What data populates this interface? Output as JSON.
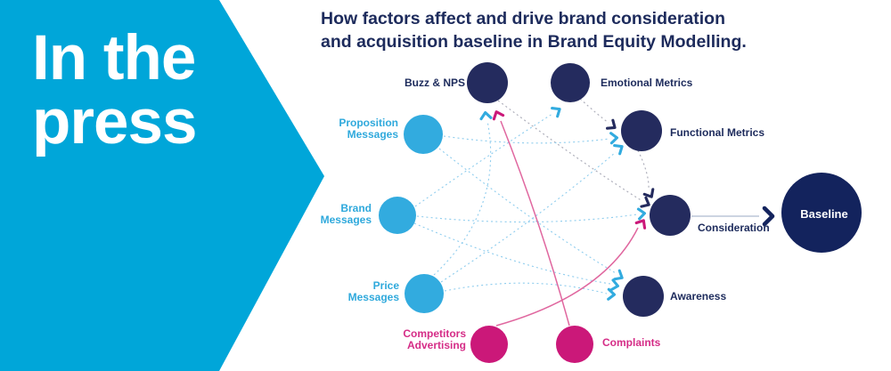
{
  "banner": {
    "line1": "In the",
    "line2": "press"
  },
  "heading": {
    "line1": "How factors affect and drive brand consideration",
    "line2": "and acquisition baseline in Brand Equity Modelling."
  },
  "nodes": {
    "buzz_nps": {
      "label": "Buzz & NPS",
      "color": "navy"
    },
    "emotional_metrics": {
      "label": "Emotional Metrics",
      "color": "navy"
    },
    "functional_metrics": {
      "label": "Functional Metrics",
      "color": "navy"
    },
    "proposition_messages": {
      "line1": "Proposition",
      "line2": "Messages",
      "color": "cyan"
    },
    "brand_messages": {
      "line1": "Brand",
      "line2": "Messages",
      "color": "cyan"
    },
    "price_messages": {
      "line1": "Price",
      "line2": "Messages",
      "color": "cyan"
    },
    "competitors_advertising": {
      "line1": "Competitors",
      "line2": "Advertising",
      "color": "magenta"
    },
    "complaints": {
      "label": "Complaints",
      "color": "magenta"
    },
    "awareness": {
      "label": "Awareness",
      "color": "navy"
    },
    "consideration": {
      "label": "Consideration",
      "color": "navy"
    },
    "baseline": {
      "label": "Baseline",
      "color": "baseline-navy"
    }
  },
  "edges": [
    {
      "from": "price_messages",
      "to": "buzz_nps",
      "style": "dotted_cyan"
    },
    {
      "from": "brand_messages",
      "to": "emotional_metrics",
      "style": "dotted_cyan"
    },
    {
      "from": "proposition_messages",
      "to": "functional_metrics",
      "style": "dotted_cyan"
    },
    {
      "from": "price_messages",
      "to": "functional_metrics",
      "style": "dotted_cyan"
    },
    {
      "from": "brand_messages",
      "to": "consideration",
      "style": "dotted_cyan"
    },
    {
      "from": "proposition_messages",
      "to": "awareness",
      "style": "dotted_cyan"
    },
    {
      "from": "brand_messages",
      "to": "awareness",
      "style": "dotted_cyan"
    },
    {
      "from": "price_messages",
      "to": "awareness",
      "style": "dotted_cyan"
    },
    {
      "from": "emotional_metrics",
      "to": "functional_metrics",
      "style": "dotted_gray"
    },
    {
      "from": "buzz_nps",
      "to": "consideration",
      "style": "dotted_gray"
    },
    {
      "from": "functional_metrics",
      "to": "consideration",
      "style": "dotted_gray"
    },
    {
      "from": "complaints",
      "to": "buzz_nps",
      "style": "solid_pink"
    },
    {
      "from": "competitors_advertising",
      "to": "consideration",
      "style": "solid_pink"
    },
    {
      "from": "consideration",
      "to": "baseline",
      "style": "solid_navy_chevron"
    }
  ],
  "colors": {
    "banner_cyan": "#00a6d9",
    "navy": "#242b5e",
    "baseline_navy": "#13235d",
    "navy_text": "#1d2b5c",
    "cyan_node": "#32abdf",
    "cyan_text": "#2fa9dc",
    "magenta_node": "#cb1879",
    "magenta_text": "#d52d87",
    "pink_line": "#e0679f",
    "gray_line": "#aeafbb",
    "cyan_line": "#8fcdee",
    "cons_line": "#9aa9c3",
    "white": "#ffffff"
  }
}
